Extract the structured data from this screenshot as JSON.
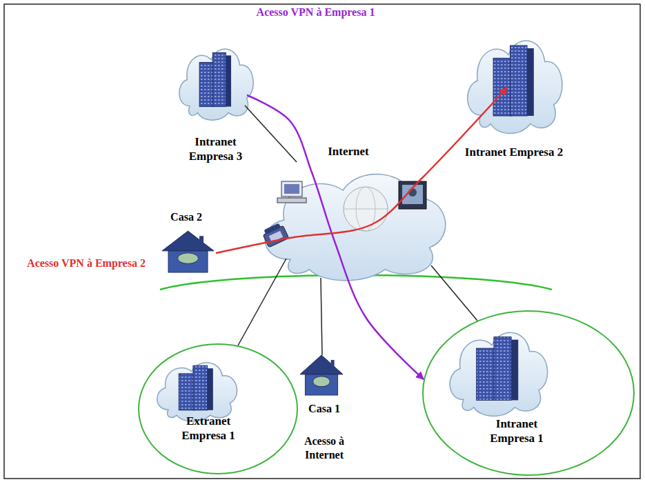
{
  "diagram": {
    "nodes": [
      {
        "text": [
          "Intranet Empresa 3"
        ]
      },
      {
        "text": [
          "Internet"
        ]
      },
      {
        "text": [
          "Intranet Empresa 2"
        ]
      },
      {
        "text": [
          "Casa 2"
        ]
      },
      {
        "text": [
          "Extranet Empresa 1"
        ]
      },
      {
        "text": [
          "Casa 1",
          "Acesso à Internet"
        ]
      },
      {
        "text": [
          "Intranet Empresa 1"
        ]
      }
    ],
    "edges": [
      {
        "from": 0,
        "to": 1,
        "arrow": "none"
      },
      {
        "from": 0,
        "to": 6,
        "arrow": "to",
        "label": "Acesso VPN à Empresa 1"
      },
      {
        "from": 3,
        "to": 2,
        "arrow": "to",
        "label": "Acesso VPN à Empresa 2"
      },
      {
        "from": 4,
        "to": 1,
        "arrow": "none"
      },
      {
        "from": 5,
        "to": 1,
        "arrow": "none"
      },
      {
        "from": 6,
        "to": 1,
        "arrow": "none"
      }
    ]
  }
}
